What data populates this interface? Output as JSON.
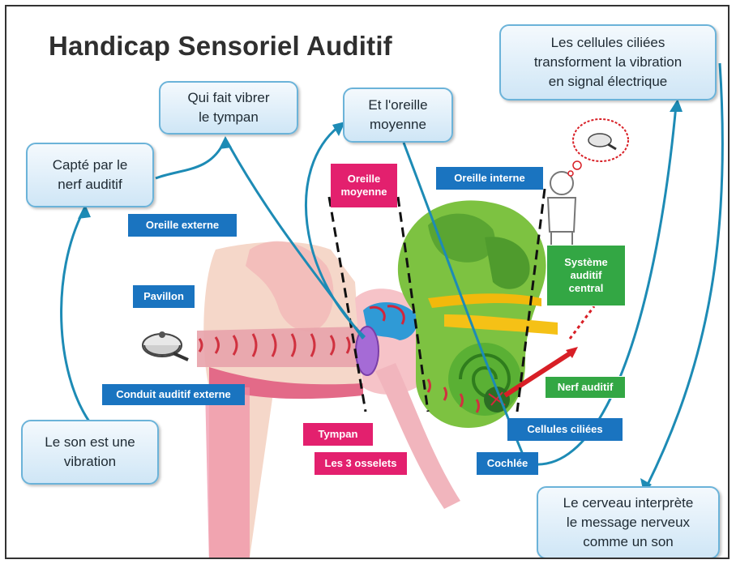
{
  "title": "Handicap Sensoriel Auditif",
  "callouts": {
    "tympan": "Qui fait vibrer\nle tympan",
    "middle": "Et l'oreille\nmoyenne",
    "cells": "Les cellules ciliées\ntransforment la vibration\nen signal électrique",
    "nerve": "Capté par le\nnerf auditif",
    "sound": "Le son est une\nvibration",
    "brain": "Le cerveau interprète\nle message nerveux\ncomme un son"
  },
  "labels": {
    "outer_ear": "Oreille externe",
    "pinna": "Pavillon",
    "canal": "Conduit auditif externe",
    "middle_ear": "Oreille\nmoyenne",
    "inner_ear": "Oreille interne",
    "central": "Système\nauditif\ncentral",
    "auditory_nerve": "Nerf auditif",
    "hair_cells": "Cellules ciliées",
    "cochlea": "Cochlée",
    "eardrum": "Tympan",
    "ossicles": "Les 3 osselets"
  },
  "colors": {
    "callout_border": "#6bb3d9",
    "blue_tag": "#1a74c0",
    "pink_tag": "#e3206e",
    "green_tag": "#33a744",
    "arrow": "#1d8bb5"
  }
}
